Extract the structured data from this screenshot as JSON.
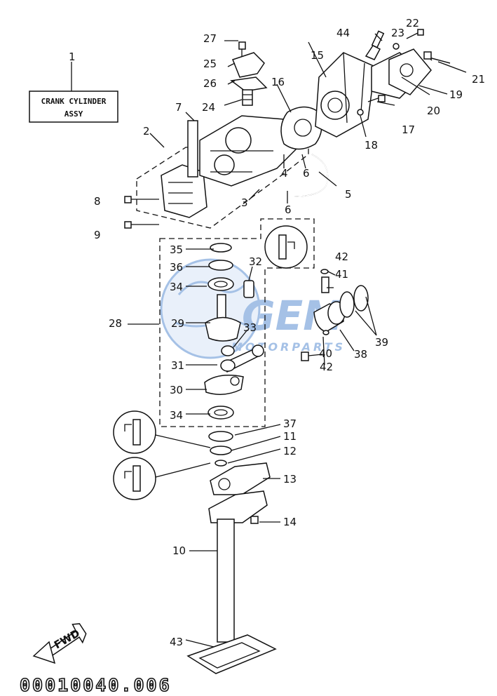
{
  "title_box": {
    "line1": "CRANK CYLINDER",
    "line2": "ASSY"
  },
  "diagram_code": "00010040.006",
  "fwd_label": "FWD",
  "watermark": {
    "brand": "GEM",
    "sub": "MOTORPARTS"
  },
  "callouts": {
    "c1": "1",
    "c2": "2",
    "c3": "3",
    "c4": "4",
    "c5": "5",
    "c6a": "6",
    "c6b": "6",
    "c7": "7",
    "c8": "8",
    "c9": "9",
    "c10": "10",
    "c11": "11",
    "c12": "12",
    "c13": "13",
    "c14": "14",
    "c15": "15",
    "c16": "16",
    "c17": "17",
    "c18": "18",
    "c19": "19",
    "c20": "20",
    "c21": "21",
    "c22": "22",
    "c23": "23",
    "c24": "24",
    "c25": "25",
    "c26": "26",
    "c27": "27",
    "c28": "28",
    "c29": "29",
    "c30": "30",
    "c31": "31",
    "c32": "32",
    "c33": "33",
    "c34a": "34",
    "c34b": "34",
    "c35": "35",
    "c36": "36",
    "c37": "37",
    "c38": "38",
    "c39": "39",
    "c40": "40",
    "c41": "41",
    "c42a": "42",
    "c42b": "42",
    "c43": "43",
    "c44": "44"
  },
  "colors": {
    "ink": "#111111",
    "watermark_blue": "#3a78c8",
    "watermark_light": "#cfe0f4"
  }
}
